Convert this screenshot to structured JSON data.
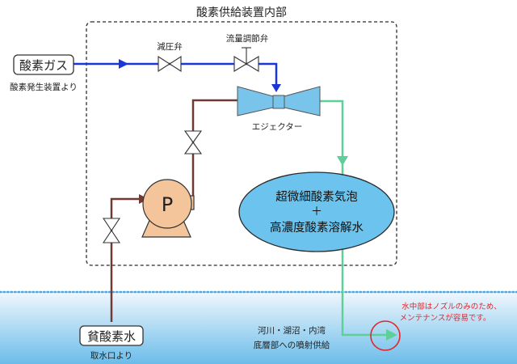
{
  "title": "酸素供給装置内部",
  "oxygen_gas_label": "酸素ガス",
  "oxygen_gas_source": "酸素発生装置より",
  "reducing_valve_label": "減圧弁",
  "flow_valve_label": "流量調節弁",
  "ejector_label": "エジェクター",
  "pump_label": "P",
  "result_line1": "超微細酸素気泡",
  "result_plus": "＋",
  "result_line2": "高濃度酸素溶解水",
  "poor_water_label": "貧酸素水",
  "intake_label": "取水口より",
  "supply_line1": "河川・湖沼・内湾",
  "supply_line2": "底層部への噴射供給",
  "note_line1": "水中部はノズルのみのため、",
  "note_line2": "メンテナンスが容易です。",
  "colors": {
    "gas_pipe": "#1a35d8",
    "water_pipe": "#6e3a32",
    "outflow_pipe": "#5ecf98",
    "ejector": "#79c4ea",
    "pump": "#f4c49b",
    "bubble_ellipse": "#6cc4ee",
    "water_top": "#f2f8fd",
    "water_bottom": "#6bbcea",
    "note": "#e3262c"
  },
  "icons": [
    "gate-valve-icon",
    "control-valve-icon",
    "ejector-icon",
    "pump-icon",
    "flow-arrow-icon",
    "nozzle-highlight-icon"
  ]
}
